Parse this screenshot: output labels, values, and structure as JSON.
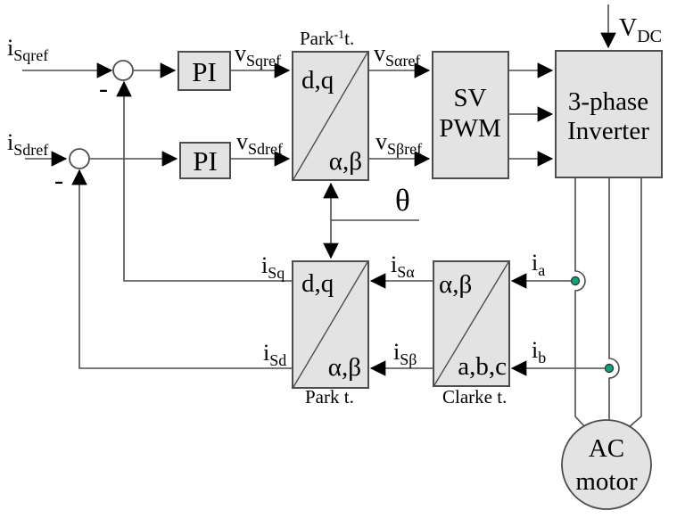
{
  "figure": {
    "type": "control-block-diagram",
    "colors": {
      "background": "#ffffff",
      "block_fill": "#e3e3e3",
      "block_stroke": "#4d4d4d",
      "wire": "#4d4d4d",
      "arrowhead": "#000000",
      "sensor_dot": "#14a07a",
      "text": "#000000"
    }
  },
  "labels": {
    "isqref": {
      "base": "i",
      "sub": "Sqref"
    },
    "isdref": {
      "base": "i",
      "sub": "Sdref"
    },
    "vsqref": {
      "base": "v",
      "sub": "Sqref"
    },
    "vsdref": {
      "base": "v",
      "sub": "Sdref"
    },
    "vsaref": {
      "base": "v",
      "sub": "Sαref"
    },
    "vsbref": {
      "base": "v",
      "sub": "Sβref"
    },
    "vdc": {
      "base": "V",
      "sub": "DC"
    },
    "theta": "θ",
    "isq": {
      "base": "i",
      "sub": "Sq"
    },
    "isd": {
      "base": "i",
      "sub": "Sd"
    },
    "isalpha": {
      "base": "i",
      "sub": "Sα"
    },
    "isbeta": {
      "base": "i",
      "sub": "Sβ"
    },
    "ia": {
      "base": "i",
      "sub": "a"
    },
    "ib": {
      "base": "i",
      "sub": "b"
    },
    "minus1": "-",
    "minus2": "-"
  },
  "blocks": {
    "pi1": {
      "label": "PI"
    },
    "pi2": {
      "label": "PI"
    },
    "park_inverse": {
      "title_base": "Park",
      "title_sup": "-1",
      "title_rest": "t.",
      "top_left": "d,q",
      "bottom_right": "α,β"
    },
    "svpwm": {
      "line1": "SV",
      "line2": "PWM"
    },
    "inverter": {
      "line1": "3-phase",
      "line2": "Inverter"
    },
    "park": {
      "caption": "Park t.",
      "top_left": "d,q",
      "bottom_right": "α,β"
    },
    "clarke": {
      "caption": "Clarke t.",
      "top_left": "α,β",
      "bottom_right": "a,b,c"
    },
    "motor": {
      "line1": "AC",
      "line2": "motor"
    }
  }
}
